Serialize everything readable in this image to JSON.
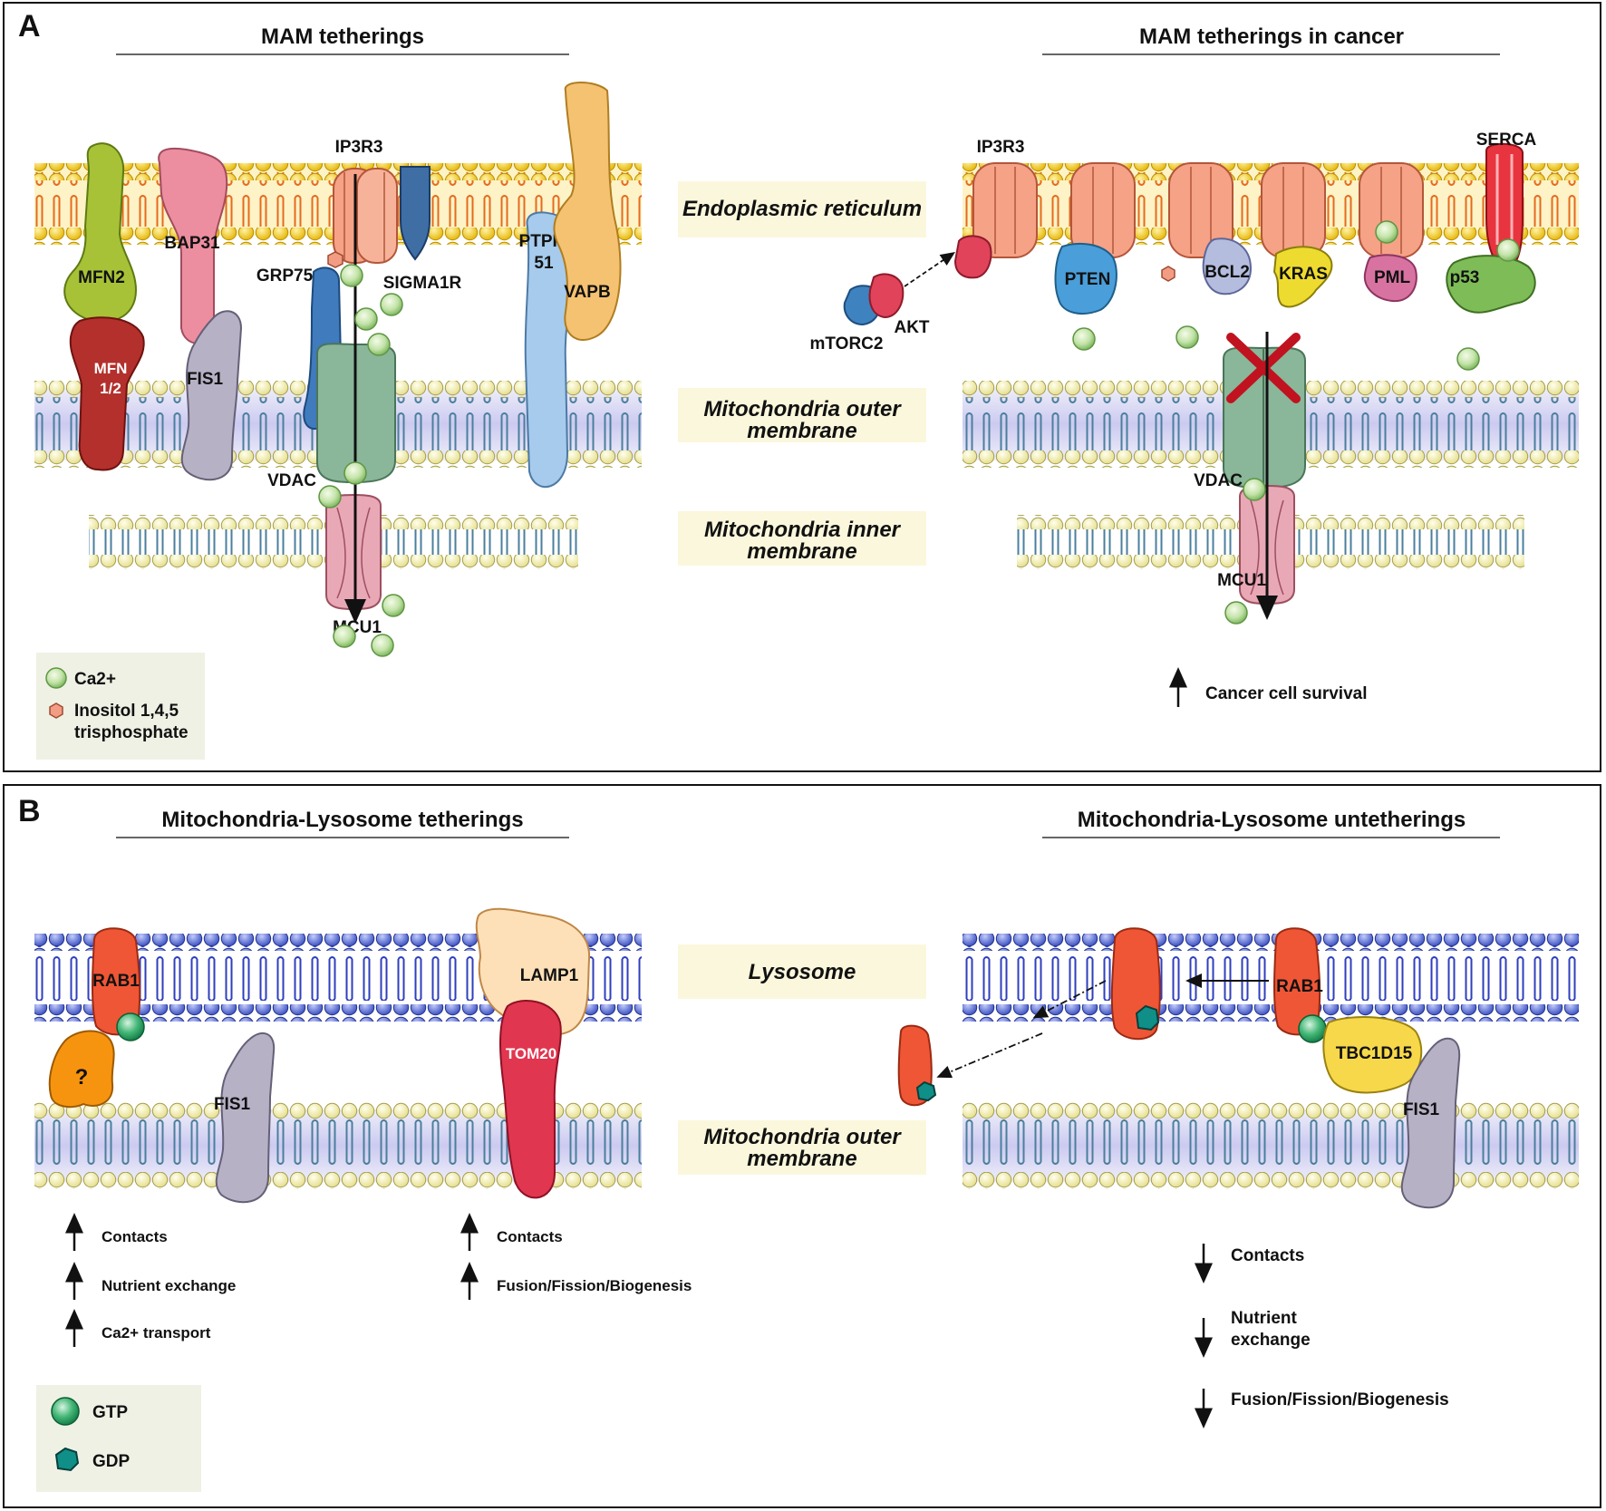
{
  "panel_a": {
    "letter": "A",
    "left_title": "MAM tetherings",
    "right_title": "MAM tetherings in cancer",
    "regions": {
      "er": "Endoplasmic reticulum",
      "mom_1": "Mitochondria outer",
      "mom_2": "membrane",
      "mim_1": "Mitochondria inner",
      "mim_2": "membrane"
    },
    "left_proteins": {
      "mfn2": "MFN2",
      "mfn12_1": "MFN",
      "mfn12_2": "1/2",
      "bap31": "BAP31",
      "fis1": "FIS1",
      "ip3r3": "IP3R3",
      "grp75": "GRP75",
      "sigma1r": "SIGMA1R",
      "vdac": "VDAC",
      "mcu1": "MCU1",
      "ptpip_1": "PTPIP",
      "ptpip_2": "51",
      "vapb": "VAPB"
    },
    "right_proteins": {
      "ip3r3": "IP3R3",
      "serca": "SERCA",
      "pten": "PTEN",
      "bcl2": "BCL2",
      "kras": "KRAS",
      "pml": "PML",
      "p53": "p53",
      "mtorc2": "mTORC2",
      "akt": "AKT",
      "vdac": "VDAC",
      "mcu1": "MCU1"
    },
    "legend": {
      "ca": "Ca2+",
      "ip3_1": "Inositol 1,4,5",
      "ip3_2": "trisphosphate"
    },
    "effect": "Cancer cell survival"
  },
  "panel_b": {
    "letter": "B",
    "left_title": "Mitochondria-Lysosome tetherings",
    "right_title": "Mitochondria-Lysosome untetherings",
    "regions": {
      "lys": "Lysosome",
      "mom_1": "Mitochondria outer",
      "mom_2": "membrane"
    },
    "left_proteins": {
      "rab1": "RAB1",
      "q": "?",
      "fis1": "FIS1",
      "lamp1": "LAMP1",
      "tom20": "TOM20"
    },
    "right_proteins": {
      "rab1": "RAB1",
      "tbc1d15": "TBC1D15",
      "fis1": "FIS1"
    },
    "effects_left_1": [
      "Contacts",
      "Nutrient exchange",
      "Ca2+ transport"
    ],
    "effects_left_2": [
      "Contacts",
      "Fusion/Fission/Biogenesis"
    ],
    "effects_right": {
      "contacts": "Contacts",
      "nut_1": "Nutrient",
      "nut_2": "exchange",
      "ffb": "Fusion/Fission/Biogenesis"
    },
    "legend": {
      "gtp": "GTP",
      "gdp": "GDP"
    }
  },
  "colors": {
    "er_head": "#f5c518",
    "er_band": "#fdf3c6",
    "mito_head": "#f6f0b0",
    "mito_band": "#d6d3ee",
    "lys_head": "#5a6fd8",
    "lys_band": "#ffffff",
    "region_box": "#fbf7dc",
    "legend_box": "#eef1e4",
    "calcium": "#b9dca0"
  }
}
